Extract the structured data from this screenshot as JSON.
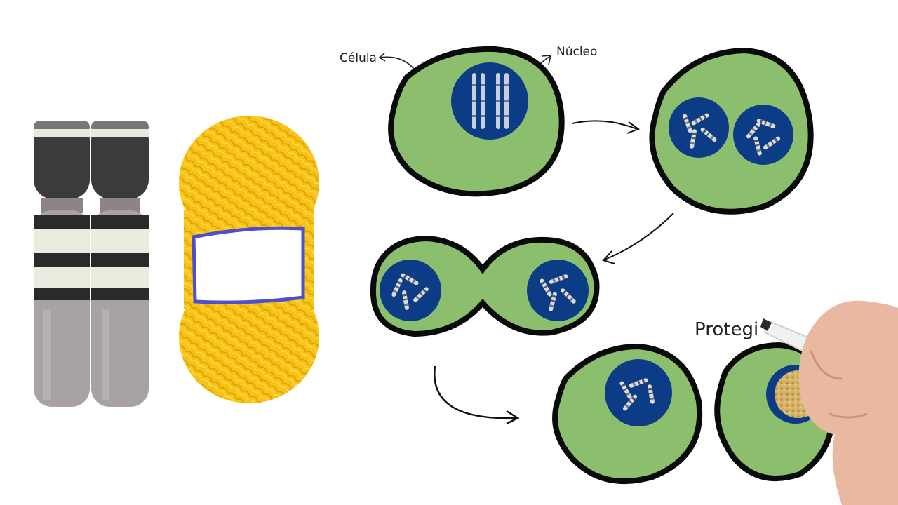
{
  "labels": {
    "cell": "Célula",
    "nucleus": "Núcleo",
    "handwriting": "Protegi"
  },
  "colors": {
    "cell_fill": "#8cbf6d",
    "cell_outline": "#0a0a0a",
    "nucleus_fill": "#0d3c86",
    "yarn": "#f7c318",
    "yarn_band": "#ffffff",
    "yarn_band_edge": "#4d4fd0",
    "chromosome_dark": "#3a3a3a",
    "chromosome_light": "#e9ecdf",
    "chromosome_lower": "#a8a0a2"
  },
  "icons": [
    "chromosome-icon",
    "yarn-ball-icon",
    "hand-with-marker-icon",
    "arrow-icon"
  ]
}
